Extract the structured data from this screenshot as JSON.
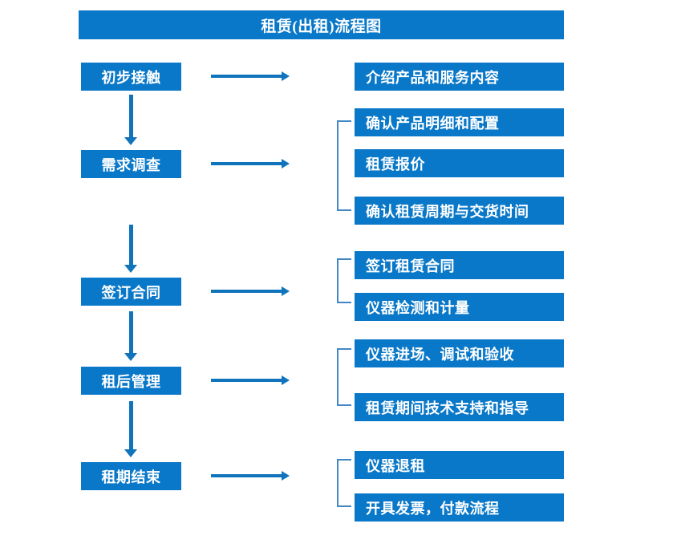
{
  "page": {
    "title": "租赁(出租)流程图",
    "colors": {
      "header_blue": "#0a78c8",
      "box_blue": "#0a78c8",
      "arrow_blue": "#1074bc",
      "bracket_blue": "#3f87c5",
      "text_white": "#ffffff",
      "background": "#ffffff"
    }
  },
  "stages": [
    {
      "id": "stage-1",
      "label": "初步接触"
    },
    {
      "id": "stage-2",
      "label": "需求调查"
    },
    {
      "id": "stage-3",
      "label": "签订合同"
    },
    {
      "id": "stage-4",
      "label": "租后管理"
    },
    {
      "id": "stage-5",
      "label": "租期结束"
    }
  ],
  "details": [
    {
      "id": "detail-1-1",
      "label": "介绍产品和服务内容"
    },
    {
      "id": "detail-2-1",
      "label": "确认产品明细和配置"
    },
    {
      "id": "detail-2-2",
      "label": "租赁报价"
    },
    {
      "id": "detail-2-3",
      "label": "确认租赁周期与交货时间"
    },
    {
      "id": "detail-3-1",
      "label": "签订租赁合同"
    },
    {
      "id": "detail-3-2",
      "label": "仪器检测和计量"
    },
    {
      "id": "detail-4-1",
      "label": "仪器进场、调试和验收"
    },
    {
      "id": "detail-4-2",
      "label": "租赁期间技术支持和指导"
    },
    {
      "id": "detail-5-1",
      "label": "仪器退租"
    },
    {
      "id": "detail-5-2",
      "label": "开具发票，付款流程"
    }
  ],
  "connectors": {
    "horizontal_arrow_icon": "arrow-right-icon",
    "vertical_arrow_icon": "arrow-down-icon",
    "bracket_icon": "group-bracket-icon"
  }
}
